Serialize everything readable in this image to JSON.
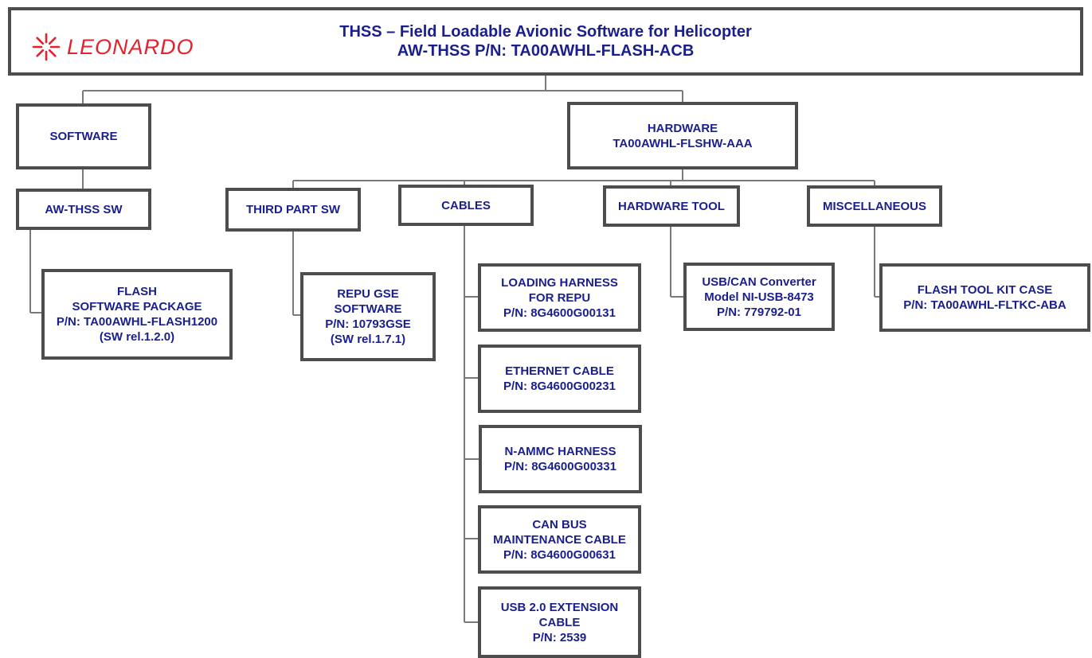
{
  "header": {
    "logo_text": "LEONARDO",
    "title_line1": "THSS – Field Loadable Avionic Software for Helicopter",
    "title_line2": "AW-THSS P/N: TA00AWHL-FLASH-ACB",
    "brand_color": "#e4222b",
    "text_color": "#1a1f8c"
  },
  "software": {
    "label": "SOFTWARE",
    "aw_thss_sw": {
      "label": "AW-THSS SW"
    },
    "flash_package": {
      "line1": "FLASH",
      "line2": "SOFTWARE PACKAGE",
      "line3": "P/N: TA00AWHL-FLASH1200",
      "line4": "(SW rel.1.2.0)"
    }
  },
  "hardware": {
    "line1": "HARDWARE",
    "line2": "TA00AWHL-FLSHW-AAA",
    "third_part_sw": {
      "label": "THIRD PART SW",
      "repu": {
        "line1": "REPU GSE",
        "line2": "SOFTWARE",
        "line3": "P/N: 10793GSE",
        "line4": "(SW rel.1.7.1)"
      }
    },
    "cables": {
      "label": "CABLES",
      "items": [
        {
          "line1": "LOADING HARNESS",
          "line2": "FOR REPU",
          "line3": "P/N: 8G4600G00131"
        },
        {
          "line1": "ETHERNET CABLE",
          "line2": "P/N: 8G4600G00231"
        },
        {
          "line1": "N-AMMC HARNESS",
          "line2": "P/N: 8G4600G00331"
        },
        {
          "line1": "CAN BUS",
          "line2": "MAINTENANCE CABLE",
          "line3": "P/N: 8G4600G00631"
        },
        {
          "line1": "USB 2.0 EXTENSION",
          "line2": "CABLE",
          "line3": "P/N: 2539"
        }
      ]
    },
    "hardware_tool": {
      "label": "HARDWARE TOOL",
      "converter": {
        "line1": "USB/CAN Converter",
        "line2": "Model NI-USB-8473",
        "line3": "P/N: 779792-01"
      }
    },
    "miscellaneous": {
      "label": "MISCELLANEOUS",
      "kit_case": {
        "line1": "FLASH TOOL KIT CASE",
        "line2": "P/N: TA00AWHL-FLTKC-ABA"
      }
    }
  }
}
